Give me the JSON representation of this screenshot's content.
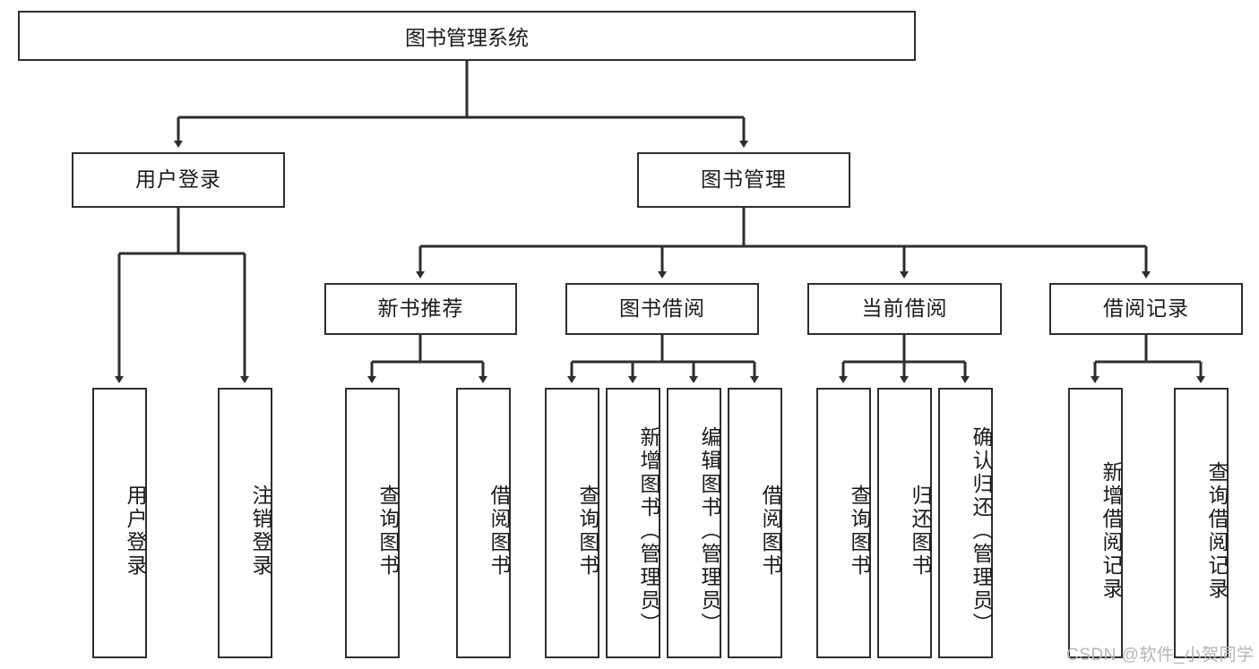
{
  "diagram": {
    "title": "图书管理系统",
    "root": {
      "label": "图书管理系统"
    },
    "level2": [
      {
        "label": "用户登录"
      },
      {
        "label": "图书管理"
      }
    ],
    "level3": [
      {
        "label": "新书推荐"
      },
      {
        "label": "图书借阅"
      },
      {
        "label": "当前借阅"
      },
      {
        "label": "借阅记录"
      }
    ],
    "leaves": {
      "user_login": [
        {
          "label": "用户登录"
        },
        {
          "label": "注销登录"
        }
      ],
      "new_book": [
        {
          "label": "查询图书"
        },
        {
          "label": "借阅图书"
        }
      ],
      "borrow_book": [
        {
          "label": "查询图书"
        },
        {
          "label": "新增图书（管理员）"
        },
        {
          "label": "编辑图书（管理员）"
        },
        {
          "label": "借阅图书"
        }
      ],
      "current_borrow": [
        {
          "label": "查询图书"
        },
        {
          "label": "归还图书"
        },
        {
          "label": "确认归还（管理员）"
        }
      ],
      "borrow_record": [
        {
          "label": "新增借阅记录"
        },
        {
          "label": "查询借阅记录"
        }
      ]
    }
  },
  "watermark": {
    "text": "CSDN @软件_小贺同学"
  },
  "colors": {
    "border": "#2e2e2e",
    "text": "#1b1b1b",
    "background": "#ffffff",
    "watermark": "#b4b4b4"
  }
}
